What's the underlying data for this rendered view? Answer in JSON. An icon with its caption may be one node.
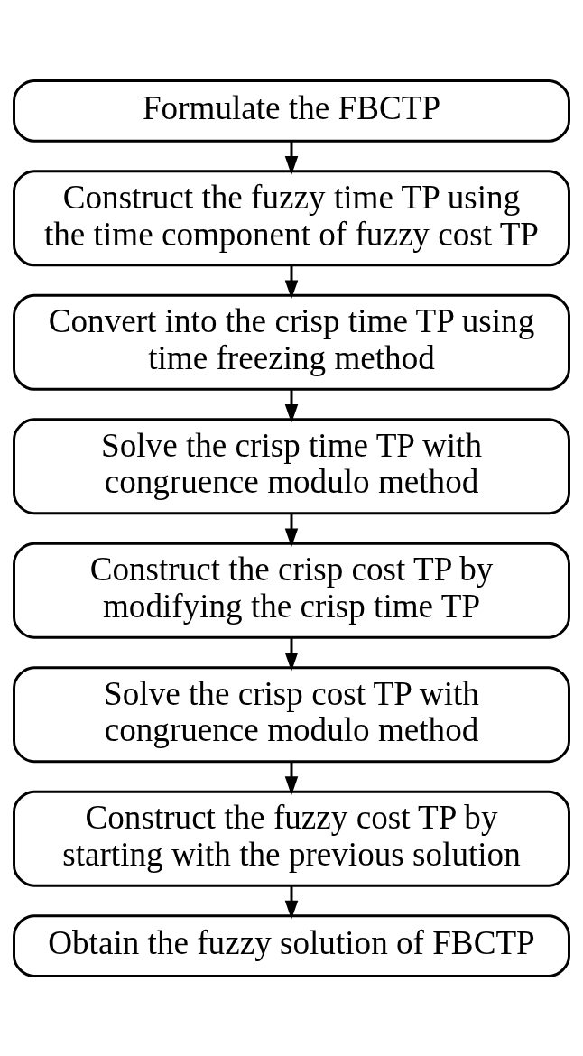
{
  "diagram": {
    "nodes": [
      {
        "text": [
          "Formulate the FBCTP"
        ]
      },
      {
        "text": [
          "Construct the fuzzy time TP using the time component of fuzzy cost TP"
        ]
      },
      {
        "text": [
          "Convert into the crisp time TP using time freezing method"
        ]
      },
      {
        "text": [
          "Solve the crisp time TP with congruence modulo method"
        ]
      },
      {
        "text": [
          "Construct the crisp cost TP by modifying the crisp time TP"
        ]
      },
      {
        "text": [
          "Solve the crisp cost TP with congruence modulo method"
        ]
      },
      {
        "text": [
          "Construct the fuzzy cost TP by starting with the previous solution"
        ]
      },
      {
        "text": [
          "Obtain the fuzzy solution of FBCTP"
        ]
      }
    ],
    "edges": [
      {
        "from": 0,
        "to": 1,
        "arrow": "to"
      },
      {
        "from": 1,
        "to": 2,
        "arrow": "to"
      },
      {
        "from": 2,
        "to": 3,
        "arrow": "to"
      },
      {
        "from": 3,
        "to": 4,
        "arrow": "to"
      },
      {
        "from": 4,
        "to": 5,
        "arrow": "to"
      },
      {
        "from": 5,
        "to": 6,
        "arrow": "to"
      },
      {
        "from": 6,
        "to": 7,
        "arrow": "to"
      }
    ]
  }
}
